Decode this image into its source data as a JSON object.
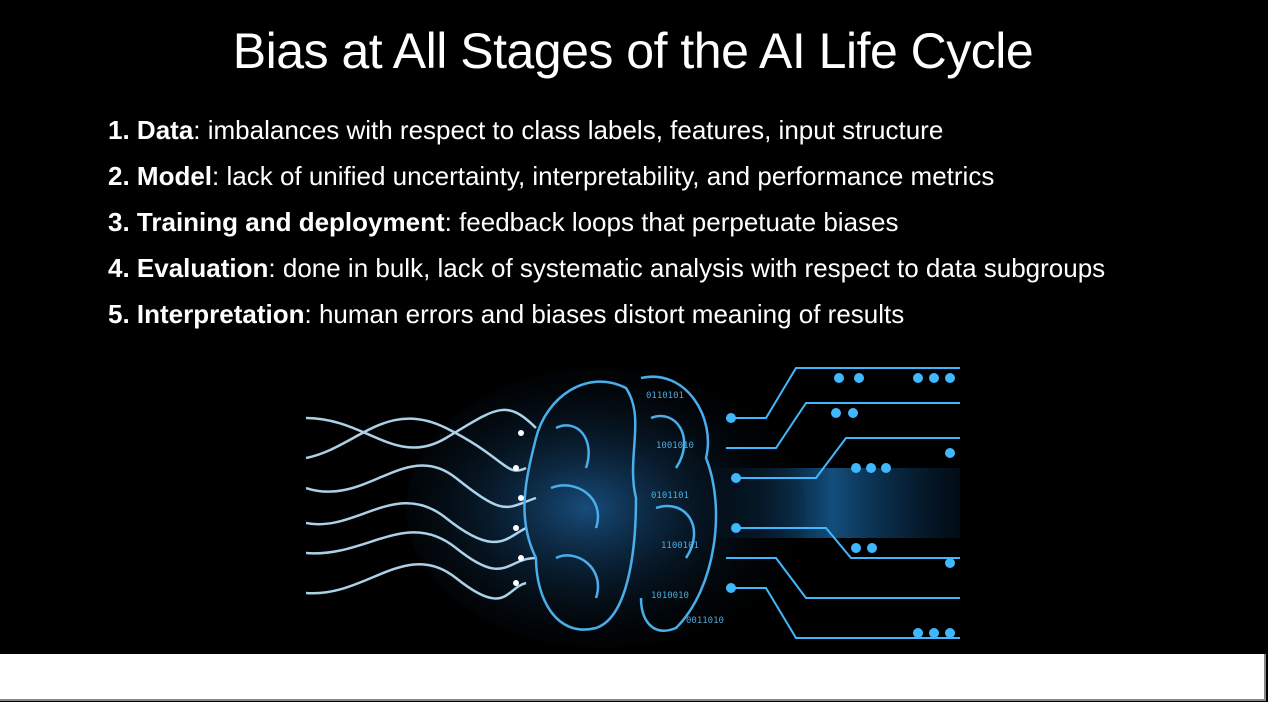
{
  "slide": {
    "title": "Bias at All Stages of the AI Life Cycle",
    "items": [
      {
        "number": "1.",
        "term": "Data",
        "text": ": imbalances with respect to class labels, features, input structure"
      },
      {
        "number": "2.",
        "term": "Model",
        "text": ": lack of unified uncertainty, interpretability, and performance metrics"
      },
      {
        "number": "3.",
        "term": "Training and deployment",
        "text": ": feedback loops that perpetuate biases"
      },
      {
        "number": "4.",
        "term": "Evaluation",
        "text": ": done in bulk, lack of systematic analysis with respect to data subgroups"
      },
      {
        "number": "5.",
        "term": "Interpretation",
        "text": ": human errors and biases distort meaning of results"
      }
    ],
    "image": {
      "icon": "ai-brain-circuit-illustration",
      "accent": "#3fb8ff"
    }
  }
}
